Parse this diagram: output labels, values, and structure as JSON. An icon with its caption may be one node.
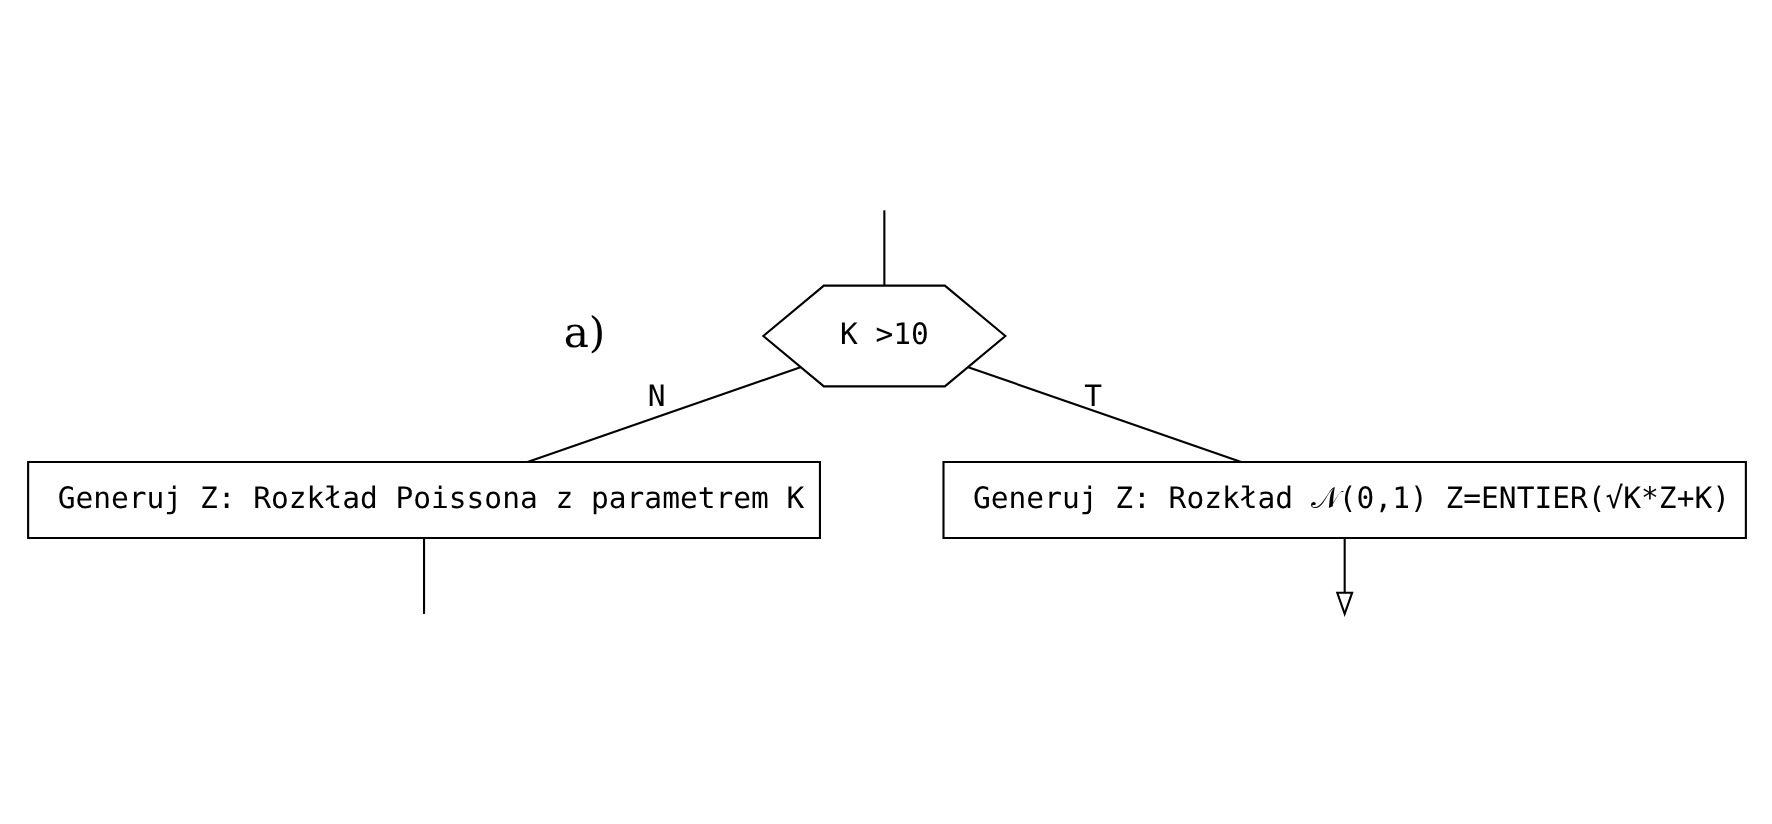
{
  "diagram": {
    "nodes": [
      {
        "text": [
          "K >10"
        ]
      },
      {
        "text": [
          "Generuj Z: Rozkład Poissona z parametrem K"
        ]
      },
      {
        "text": [
          "Generuj Z: Rozkład 𝒩(0,1) Z=ENTIER(√K*Z+K)"
        ]
      }
    ],
    "edges": [
      {
        "from": null,
        "to": 0,
        "arrow": "none"
      },
      {
        "from": 0,
        "to": 1,
        "label": "N",
        "arrow": "none"
      },
      {
        "from": 0,
        "to": 2,
        "label": "T",
        "arrow": "none"
      },
      {
        "from": 1,
        "to": null,
        "arrow": "none"
      },
      {
        "from": 2,
        "to": null,
        "arrow": "to"
      }
    ],
    "labels": [
      "a)"
    ]
  }
}
